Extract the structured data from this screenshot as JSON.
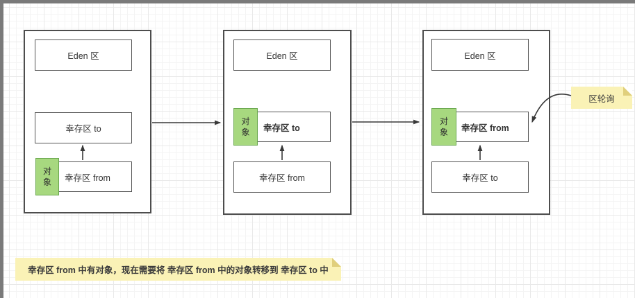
{
  "colors": {
    "box_border": "#4d4d4d",
    "object_fill": "#a7d87f",
    "object_border": "#6aa84f",
    "note_fill": "#faf2b6",
    "note_fold": "#e0cf7c",
    "arrow": "#383838",
    "frame_edge": "#7a7a7a"
  },
  "stages": [
    {
      "name": "stage-1",
      "eden_label": "Eden 区",
      "middle_label": "幸存区 to",
      "bottom_label": "幸存区 from",
      "object_label": "对象",
      "object_on": "bottom"
    },
    {
      "name": "stage-2",
      "eden_label": "Eden 区",
      "middle_label": "幸存区 to",
      "bottom_label": "幸存区 from",
      "object_label": "对象",
      "object_on": "middle"
    },
    {
      "name": "stage-3",
      "eden_label": "Eden 区",
      "middle_label": "幸存区 from",
      "bottom_label": "幸存区 to",
      "object_label": "对象",
      "object_on": "middle"
    }
  ],
  "annotations": {
    "polling_note": "区轮询",
    "bottom_note": "幸存区 from 中有对象，现在需要将 幸存区 from 中的对象转移到 幸存区 to 中"
  },
  "connectors": [
    {
      "name": "stage1-to-stage2-arrow"
    },
    {
      "name": "stage2-to-stage3-arrow"
    },
    {
      "name": "stage1-from-to-to-arrow"
    },
    {
      "name": "stage2-from-to-to-arrow"
    },
    {
      "name": "stage3-to-to-from-arrow"
    },
    {
      "name": "polling-note-to-survivor-from-arrow"
    }
  ]
}
